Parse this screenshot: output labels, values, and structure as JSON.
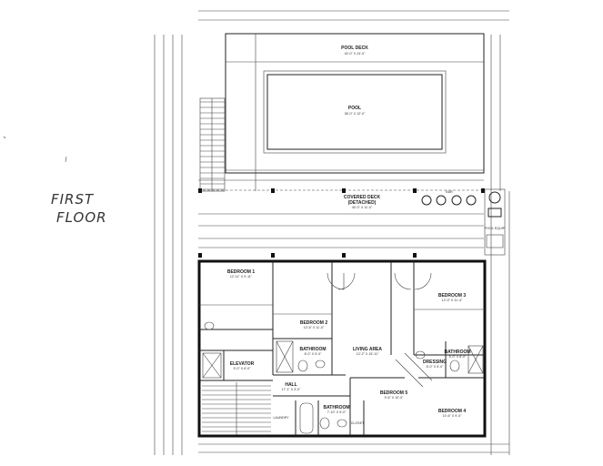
{
  "annotation": {
    "line1": "FIRST",
    "line2": "FLOOR"
  },
  "exterior": {
    "pool_deck": {
      "label": "POOL DECK",
      "size": "40'-0\" X 24'-0\""
    },
    "pool": {
      "label": "POOL",
      "size": "38'-0\" X 12'-0\""
    },
    "covered_deck": {
      "label": "COVERED DECK",
      "sub": "(DETACHED)",
      "size": "40'-0\" X 11'-0\""
    },
    "bar": {
      "label": "BAR"
    },
    "pool_equip": {
      "label": "POOL EQUIP"
    }
  },
  "rooms": [
    {
      "label": "BEDROOM 1",
      "size": "12'-11\" X 9'-11\""
    },
    {
      "label": "BEDROOM 2",
      "size": "10'-6\" X 11'-0\""
    },
    {
      "label": "BEDROOM 3",
      "size": "12'-0\" X 11'-4\""
    },
    {
      "label": "LIVING AREA",
      "size": "12'-2\" X 15'-11\""
    },
    {
      "label": "ELEVATOR",
      "size": "5'-0\" X 6'-0\""
    },
    {
      "label": "HALL",
      "size": "17'-1\" X 3'-0\""
    },
    {
      "label": "BATHROOM",
      "size": "8'-0\" X 5'-0\""
    },
    {
      "label": "BATHROOM",
      "size": "5'-0\" X 8'-0\""
    },
    {
      "label": "BATHROOM",
      "size": "7'-10\" X 5'-0\""
    },
    {
      "label": "DRESSING",
      "size": "8'-0\" X 5'-0\""
    },
    {
      "label": "BEDROOM 5",
      "size": "9'-6\" X 10'-0\""
    },
    {
      "label": "BEDROOM 4",
      "size": "10'-6\" X 9'-0\""
    },
    {
      "label": "CLOSET",
      "size": ""
    },
    {
      "label": "LAUNDRY",
      "size": ""
    }
  ]
}
